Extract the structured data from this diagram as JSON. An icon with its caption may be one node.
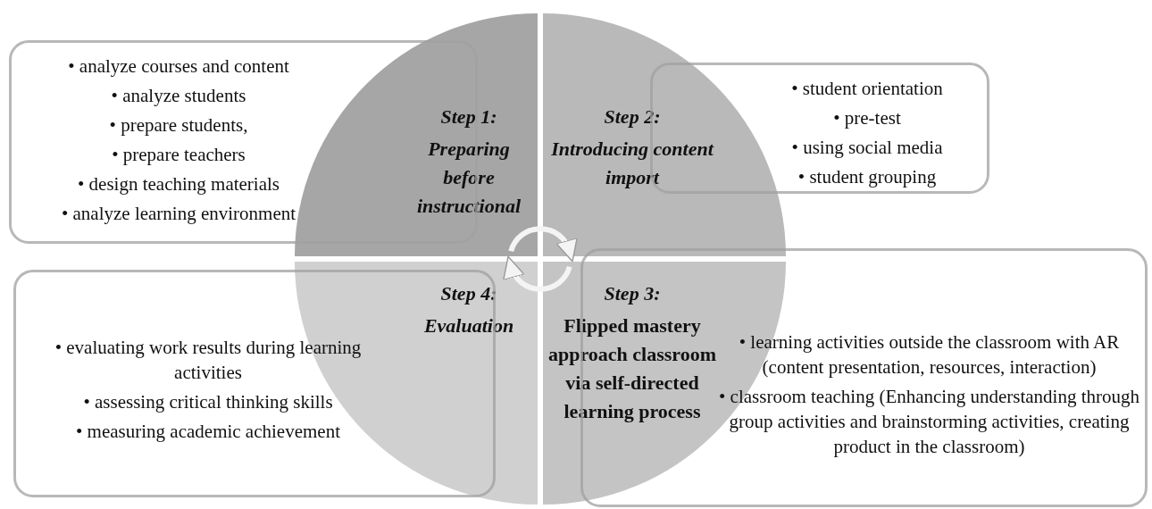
{
  "diagram": {
    "nodes": [
      {
        "text": [
          "• analyze courses and content",
          "• analyze students",
          "• prepare students,",
          "• prepare teachers",
          "• design teaching materials",
          "• analyze learning environment"
        ]
      },
      {
        "text": [
          "Step 1:",
          "Preparing before instructional"
        ]
      },
      {
        "text": [
          "Step 2:",
          "Introducing content import"
        ]
      },
      {
        "text": [
          "• student orientation",
          "• pre-test",
          "• using social media",
          "• student grouping"
        ]
      },
      {
        "text": [
          "• evaluating work results during learning activities",
          "• assessing critical thinking skills",
          "• measuring academic achievement"
        ]
      },
      {
        "text": [
          "Step 4:",
          "Evaluation"
        ]
      },
      {
        "text": [
          "Step 3:",
          "Flipped mastery approach classroom via self-directed learning process"
        ]
      },
      {
        "text": [
          "• learning activities outside the classroom with AR (content presentation, resources, interaction)",
          "• classroom teaching (Enhancing understanding through group activities and brainstorming activities, creating product in the classroom)"
        ]
      }
    ],
    "edges": [
      {
        "from": 1,
        "to": 2,
        "arrow": "to"
      },
      {
        "from": 6,
        "to": 5,
        "arrow": "to"
      }
    ]
  }
}
